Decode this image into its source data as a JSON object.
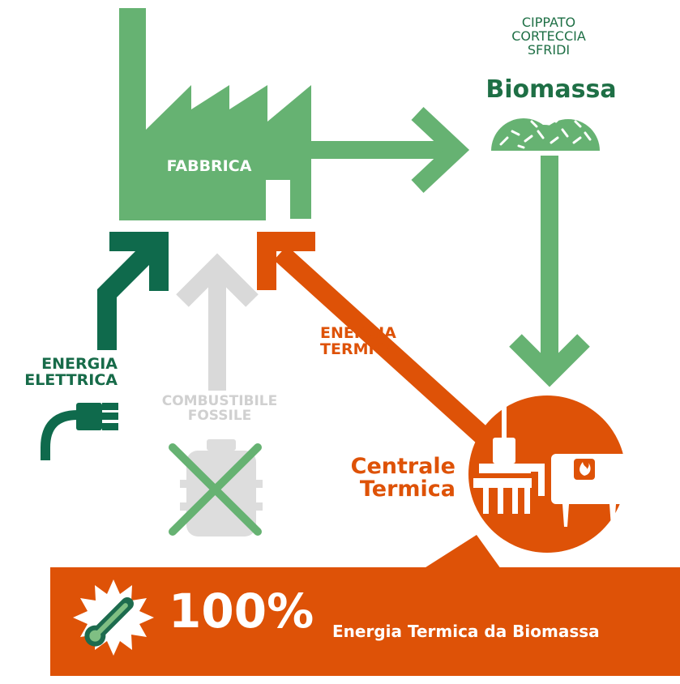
{
  "factory": {
    "label": "FABBRICA"
  },
  "biomass": {
    "sources": [
      "CIPPATO",
      "CORTECCIA",
      "SFRIDI"
    ],
    "title": "Biomassa"
  },
  "inputs": {
    "electric_lines": [
      "ENERGIA",
      "ELETTRICA"
    ],
    "fossil_lines": [
      "COMBUSTIBILE",
      "FOSSILE"
    ],
    "thermal_lines": [
      "ENERGIA",
      "TERMICA"
    ]
  },
  "plant": {
    "lines": [
      "Centrale",
      "Termica"
    ]
  },
  "banner": {
    "percent": "100%",
    "text": "Energia Termica da Biomassa"
  },
  "colors": {
    "green": "#66b272",
    "dark_green": "#0f6a4c",
    "orange": "#de5207",
    "gray": "#d9d9d9",
    "cross_green": "#66b272",
    "banner_bg": "#de5207"
  }
}
